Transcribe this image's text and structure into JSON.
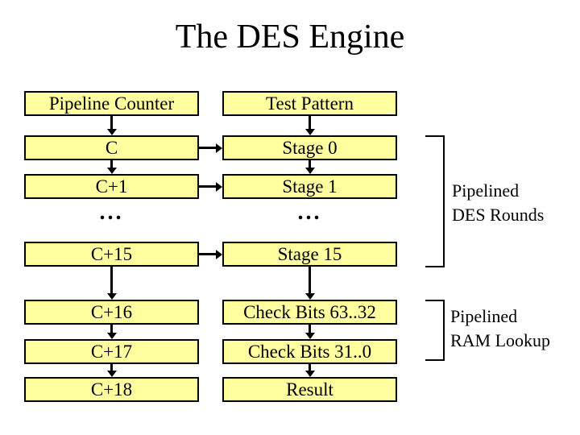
{
  "slide": {
    "title": "The DES Engine"
  },
  "columns": {
    "left": {
      "boxes": [
        "Pipeline Counter",
        "C",
        "C+1",
        "C+15",
        "C+16",
        "C+17",
        "C+18"
      ],
      "ellipsis": "..."
    },
    "right": {
      "boxes": [
        "Test Pattern",
        "Stage 0",
        "Stage 1",
        "Stage 15",
        "Check Bits 63..32",
        "Check Bits 31..0",
        "Result"
      ],
      "ellipsis": "..."
    }
  },
  "annotations": {
    "des_rounds": {
      "line1": "Pipelined",
      "line2": "DES Rounds"
    },
    "ram_lookup": {
      "line1": "Pipelined",
      "line2": "RAM Lookup"
    }
  },
  "colors": {
    "box_fill": "#ffffa0",
    "box_border": "#000000",
    "arrow": "#000000",
    "text": "#000000"
  }
}
